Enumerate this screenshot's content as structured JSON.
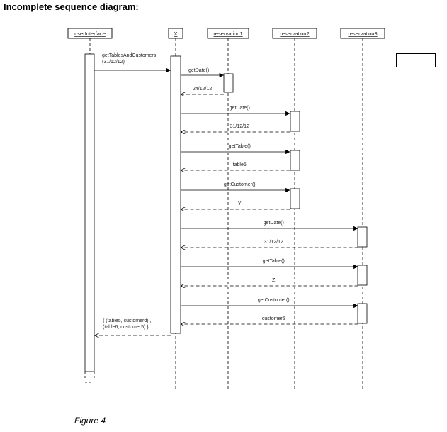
{
  "page": {
    "heading": "Incomplete sequence diagram:",
    "caption": "Figure 4"
  },
  "objects": [
    {
      "id": "ui",
      "name": "userInterface"
    },
    {
      "id": "x",
      "name": "X"
    },
    {
      "id": "r1",
      "name": "reservation1"
    },
    {
      "id": "r2",
      "name": "reservation2"
    },
    {
      "id": "r3",
      "name": "reservation3"
    }
  ],
  "messages": [
    {
      "from": "ui",
      "to": "x",
      "kind": "call",
      "label_lines": [
        "getTablesAndCustomers",
        "(31/12/12)"
      ]
    },
    {
      "from": "x",
      "to": "r1",
      "kind": "call",
      "label_lines": [
        "getDate()"
      ]
    },
    {
      "from": "r1",
      "to": "x",
      "kind": "return",
      "label_lines": [
        "24/12/12"
      ]
    },
    {
      "from": "x",
      "to": "r2",
      "kind": "call",
      "label_lines": [
        "getDate()"
      ]
    },
    {
      "from": "r2",
      "to": "x",
      "kind": "return",
      "label_lines": [
        "31/12/12"
      ]
    },
    {
      "from": "x",
      "to": "r2",
      "kind": "call",
      "label_lines": [
        "getTable()"
      ]
    },
    {
      "from": "r2",
      "to": "x",
      "kind": "return",
      "label_lines": [
        "table5"
      ]
    },
    {
      "from": "x",
      "to": "r2",
      "kind": "call",
      "label_lines": [
        "getCustomer()"
      ]
    },
    {
      "from": "r2",
      "to": "x",
      "kind": "return",
      "label_lines": [
        "Y"
      ]
    },
    {
      "from": "x",
      "to": "r3",
      "kind": "call",
      "label_lines": [
        "getDate()"
      ]
    },
    {
      "from": "r3",
      "to": "x",
      "kind": "return",
      "label_lines": [
        "31/12/12"
      ]
    },
    {
      "from": "x",
      "to": "r3",
      "kind": "call",
      "label_lines": [
        "getTable()"
      ]
    },
    {
      "from": "r3",
      "to": "x",
      "kind": "return",
      "label_lines": [
        "Z"
      ]
    },
    {
      "from": "x",
      "to": "r3",
      "kind": "call",
      "label_lines": [
        "getCustomer()"
      ]
    },
    {
      "from": "r3",
      "to": "x",
      "kind": "return",
      "label_lines": [
        "customer5"
      ]
    },
    {
      "from": "x",
      "to": "ui",
      "kind": "return",
      "label_lines": [
        "{ (table5, customerd) ,",
        "(table6, customer5) }"
      ]
    }
  ]
}
